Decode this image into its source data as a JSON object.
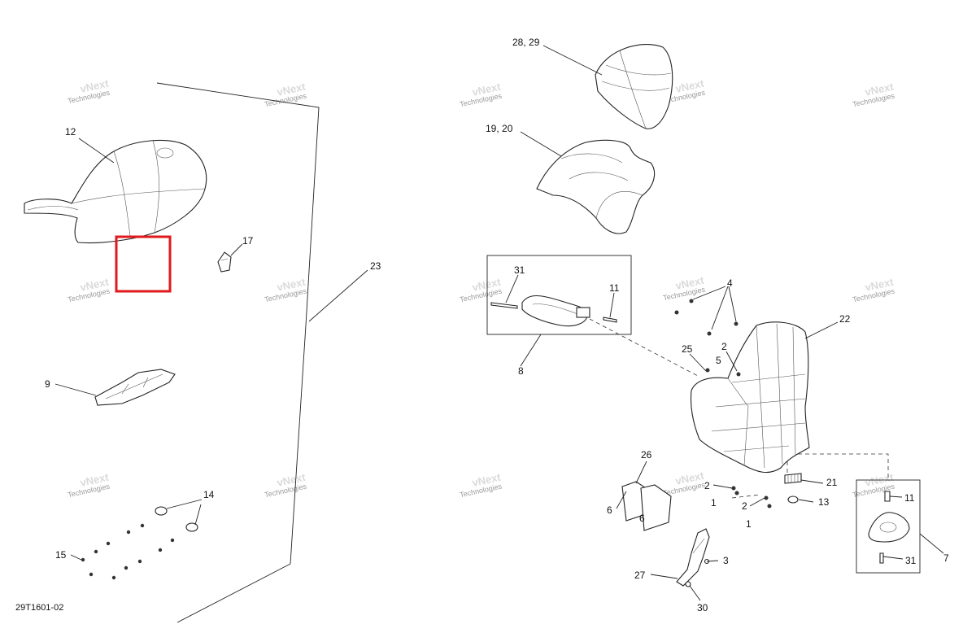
{
  "drawing_ref": "29T1601-02",
  "watermark": {
    "line1": "vNext",
    "line2": "Technologies"
  },
  "callouts": [
    {
      "id": "c12",
      "text": "12"
    },
    {
      "id": "c17",
      "text": "17"
    },
    {
      "id": "c23",
      "text": "23"
    },
    {
      "id": "c9",
      "text": "9"
    },
    {
      "id": "c14",
      "text": "14"
    },
    {
      "id": "c15",
      "text": "15"
    },
    {
      "id": "c2829",
      "text": "28, 29"
    },
    {
      "id": "c1920",
      "text": "19, 20"
    },
    {
      "id": "c31a",
      "text": "31"
    },
    {
      "id": "c11a",
      "text": "11"
    },
    {
      "id": "c8",
      "text": "8"
    },
    {
      "id": "c4",
      "text": "4"
    },
    {
      "id": "c22",
      "text": "22"
    },
    {
      "id": "c25",
      "text": "25"
    },
    {
      "id": "c2a",
      "text": "2"
    },
    {
      "id": "c5",
      "text": "5"
    },
    {
      "id": "c26",
      "text": "26"
    },
    {
      "id": "c6a",
      "text": "6"
    },
    {
      "id": "c6b",
      "text": "6"
    },
    {
      "id": "c2b",
      "text": "2"
    },
    {
      "id": "c1a",
      "text": "1"
    },
    {
      "id": "c2c",
      "text": "2"
    },
    {
      "id": "c1b",
      "text": "1"
    },
    {
      "id": "c21",
      "text": "21"
    },
    {
      "id": "c13",
      "text": "13"
    },
    {
      "id": "c11b",
      "text": "11"
    },
    {
      "id": "c7",
      "text": "7"
    },
    {
      "id": "c31b",
      "text": "31"
    },
    {
      "id": "c3",
      "text": "3"
    },
    {
      "id": "c27",
      "text": "27"
    },
    {
      "id": "c30",
      "text": "30"
    }
  ],
  "highlight_color": "#e0191e"
}
